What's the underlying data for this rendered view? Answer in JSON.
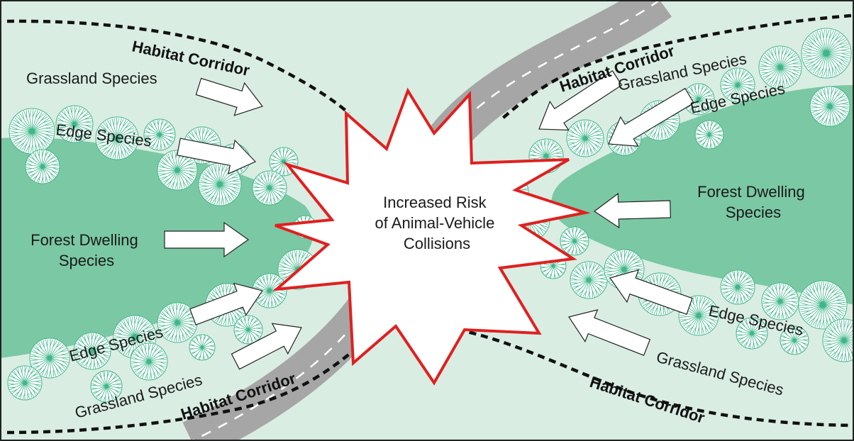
{
  "colors": {
    "background": "#d9ede3",
    "forest": "#7bc8a4",
    "tree_stroke": "#3fb68a",
    "road": "#a6a6a6",
    "road_centerline": "#ffffff",
    "burst_stroke": "#e02020",
    "burst_fill": "#ffffff",
    "arrow_fill": "#ffffff",
    "corridor_line": "#111111",
    "border": "#222222"
  },
  "icons": {
    "road": "road-icon",
    "collision": "collision-burst-icon",
    "trees": "tree-canopy-icon",
    "arrow": "arrow-right-icon"
  },
  "center_label": [
    "Increased Risk",
    "of Animal-Vehicle",
    "Collisions"
  ],
  "left": {
    "corridor_top": "Habitat Corridor",
    "corridor_bottom": "Habitat Corridor",
    "grassland_top": "Grassland Species",
    "edge_top": "Edge Species",
    "forest": [
      "Forest Dwelling",
      "Species"
    ],
    "edge_bottom": "Edge Species",
    "grassland_bottom": "Grassland Species"
  },
  "right": {
    "corridor_top": "Habitat Corridor",
    "corridor_bottom": "Habitat Corridor",
    "grassland_top": "Grassland Species",
    "edge_top": "Edge Species",
    "forest": [
      "Forest Dwelling",
      "Species"
    ],
    "edge_bottom": "Edge Species",
    "grassland_bottom": "Grassland Species"
  }
}
